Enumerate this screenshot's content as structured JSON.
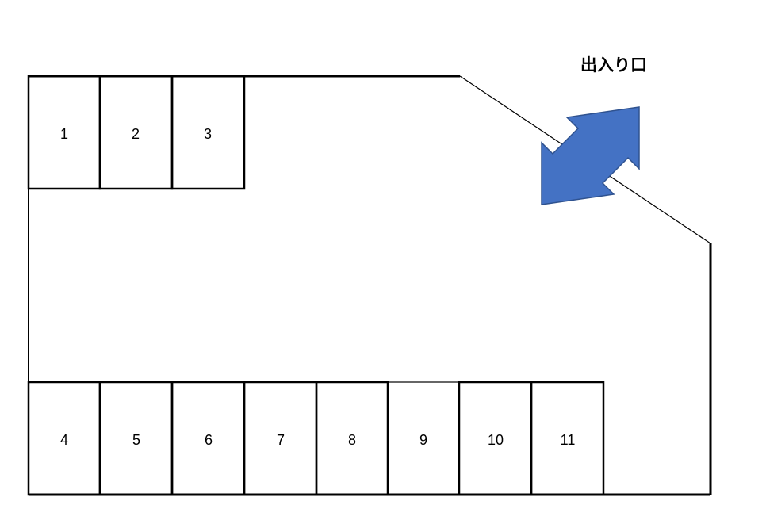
{
  "entrance": {
    "label": "出入り口",
    "arrow_icon": "double-headed-diagonal-arrow",
    "arrow_color": "#4472C4",
    "arrow_stroke_color": "#2F528F"
  },
  "colors": {
    "lines": "#000000",
    "background": "#ffffff"
  },
  "stalls": {
    "top_row": [
      "1",
      "2",
      "3"
    ],
    "bottom_row": [
      "4",
      "5",
      "6",
      "7",
      "8",
      "9",
      "10",
      "11"
    ]
  }
}
